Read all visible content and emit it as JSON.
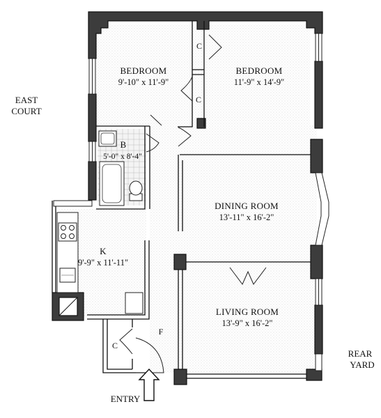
{
  "rooms": {
    "bedroom_left": {
      "name": "BEDROOM",
      "dims": "9'-10\" x 11'-9\""
    },
    "bedroom_right": {
      "name": "BEDROOM",
      "dims": "11'-9\" x 14'-9\""
    },
    "bath": {
      "name": "B",
      "dims": "5'-0\" x 8'-4\""
    },
    "dining": {
      "name": "DINING ROOM",
      "dims": "13'-11\" x 16'-2\""
    },
    "kitchen": {
      "name": "K",
      "dims": "9'-9\" x 11'-11\""
    },
    "living": {
      "name": "LIVING ROOM",
      "dims": "13'-9\" x 16'-2\""
    }
  },
  "closets": {
    "closet_top": "C",
    "closet_mid": "C",
    "closet_entry": "C",
    "foyer": "F"
  },
  "outside": {
    "east_line1": "EAST",
    "east_line2": "COURT",
    "rear_line1": "REAR",
    "rear_line2": "YARD",
    "entry": "ENTRY"
  }
}
